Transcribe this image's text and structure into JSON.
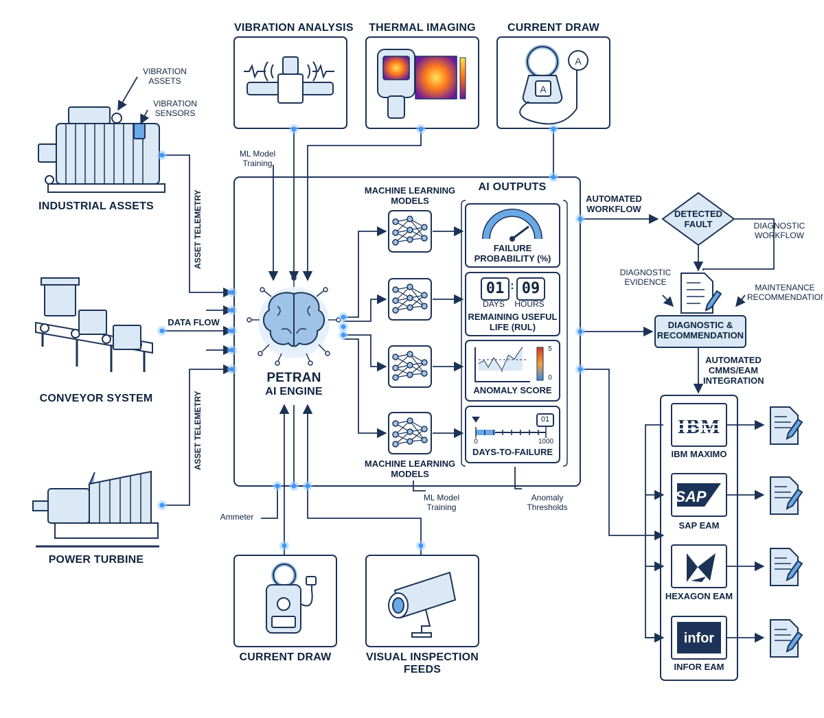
{
  "inputs_top": {
    "vibration": "VIBRATION ANALYSIS",
    "thermal": "THERMAL IMAGING",
    "current": "CURRENT DRAW"
  },
  "assets": {
    "industrial": "INDUSTRIAL ASSETS",
    "conveyor": "CONVEYOR SYSTEM",
    "turbine": "POWER TURBINE",
    "callout_vib_assets": "VIBRATION\nASSETS",
    "callout_vib_sensors": "VIBRATION\nSENSORS"
  },
  "flows": {
    "asset_telemetry_top": "ASSET TELEMETRY",
    "asset_telemetry_bottom": "ASSET TELEMETRY",
    "data_flow": "DATA FLOW",
    "ml_training_top": "ML Model\nTraining",
    "ml_training_bottom": "ML Model\nTraining",
    "anomaly_thresholds": "Anomaly\nThresholds",
    "ammeter": "Ammeter"
  },
  "engine": {
    "name": "PETRAN",
    "subtitle": "AI ENGINE"
  },
  "ml": {
    "top_label": "MACHINE LEARNING\nMODELS",
    "bottom_label": "MACHINE LEARNING\nMODELS"
  },
  "outputs": {
    "title": "AI OUTPUTS",
    "failure": "FAILURE\nPROBABILITY (%)",
    "rul_days": "01",
    "rul_hours": "09",
    "rul_days_label": "DAYS",
    "rul_hours_label": "HOURS",
    "rul": "REMAINING USEFUL\nLIFE (RUL)",
    "anomaly": "ANOMALY SCORE",
    "anomaly_scale_max": "5",
    "anomaly_scale_min": "0",
    "dtf_counter": "01",
    "dtf_min": "0",
    "dtf_max": "1000",
    "dtf": "DAYS-TO-FAILURE"
  },
  "workflow": {
    "automated": "AUTOMATED\nWORKFLOW",
    "detected_fault": "DETECTED\nFAULT",
    "diagnostic_workflow": "DIAGNOSTIC\nWORKFLOW",
    "diagnostic_evidence": "DIAGNOSTIC\nEVIDENCE",
    "maintenance_rec": "MAINTENANCE\nRECOMMENDATION",
    "diag_rec": "DIAGNOSTIC &\nRECOMMENDATION",
    "cmms": "AUTOMATED\nCMMS/EAM\nINTEGRATION"
  },
  "vendors": [
    {
      "logo": "IBM",
      "label": "IBM MAXIMO"
    },
    {
      "logo": "SAP",
      "label": "SAP EAM"
    },
    {
      "logo": "",
      "label": "HEXAGON EAM"
    },
    {
      "logo": "infor",
      "label": "INFOR EAM"
    }
  ],
  "inputs_bottom": {
    "current": "CURRENT DRAW",
    "visual": "VISUAL INSPECTION\nFEEDS"
  },
  "colors": {
    "line": "#1c3357",
    "accent": "#4aa3ff",
    "fill": "#dbe8f5"
  }
}
